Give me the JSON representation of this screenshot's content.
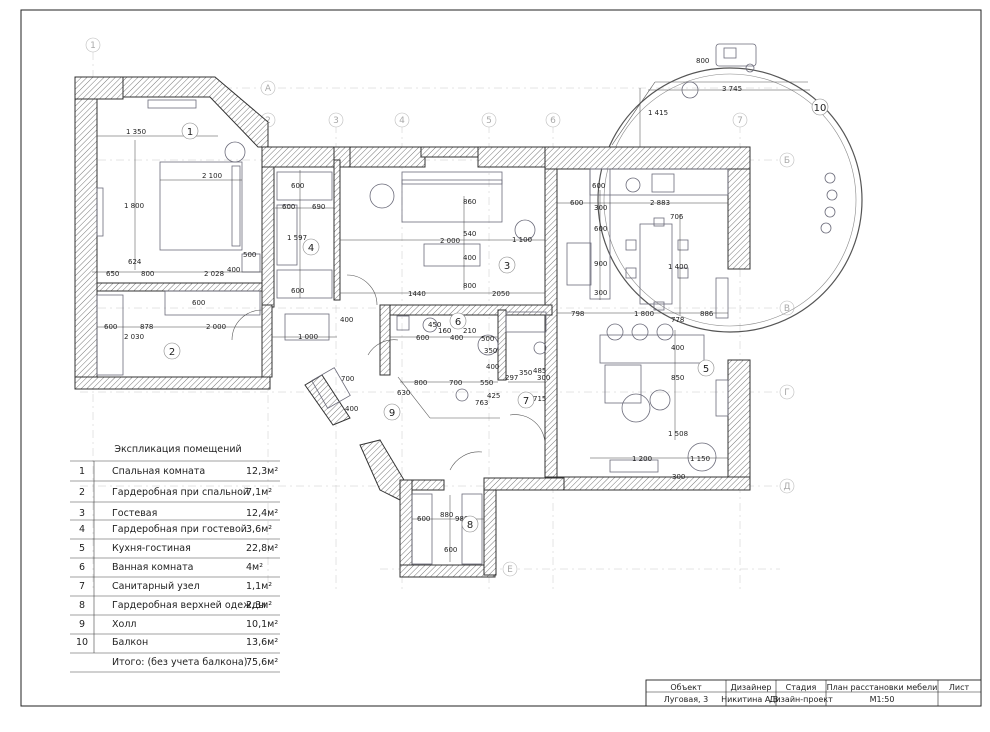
{
  "plan": {
    "room_numbers": [
      "1",
      "2",
      "3",
      "4",
      "5",
      "6",
      "7",
      "8",
      "9",
      "10"
    ],
    "axis_numbers": [
      "1",
      "2",
      "3",
      "4",
      "5",
      "6",
      "7"
    ],
    "axis_letters": [
      "А",
      "Б",
      "В",
      "Г",
      "Д",
      "Е"
    ],
    "dimensions": {
      "d1350": "1 350",
      "d2100": "2 100",
      "d1800": "1 800",
      "d624": "624",
      "d500": "500",
      "d650": "650",
      "d800a": "800",
      "d2028": "2 028",
      "d400a": "400",
      "d600a": "600",
      "d600b": "600",
      "d878": "878",
      "d2000a": "2 000",
      "d2030": "2 030",
      "d600c": "600",
      "d690": "690",
      "d600d": "600",
      "d1597": "1 597",
      "d600e": "600",
      "d400b": "400",
      "d1000a": "1 000",
      "d860": "860",
      "d540": "540",
      "d2000b": "2 000",
      "d1100": "1 100",
      "d400c": "400",
      "d800b": "800",
      "d1440": "1440",
      "d2050": "2050",
      "d600f": "600",
      "d2883": "2 883",
      "d600g": "600",
      "d300a": "300",
      "d706": "706",
      "d600h": "600",
      "d900": "900",
      "d1400": "1 400",
      "d300b": "300",
      "d798": "798",
      "d1800b": "1 800",
      "d778": "778",
      "d886": "886",
      "d400d": "400",
      "d850": "850",
      "d1508": "1 508",
      "d1200": "1 200",
      "d1150": "1 150",
      "d300c": "300",
      "d450": "450",
      "d160": "160",
      "d210": "210",
      "d600i": "600",
      "d400e": "400",
      "d500b": "500",
      "d350a": "350",
      "d400f": "400",
      "d350b": "350",
      "d485": "485",
      "d300d": "300",
      "d297": "297",
      "d800c": "800",
      "d700a": "700",
      "d550": "550",
      "d630": "630",
      "d763": "763",
      "d425": "425",
      "d715": "715",
      "d700b": "700",
      "d400g": "400",
      "d600j": "600",
      "d880": "880",
      "d980": "980",
      "d600k": "600",
      "d800d": "800",
      "d3745": "3 745",
      "d1415": "1 415"
    }
  },
  "explication": {
    "title": "Экспликация помещений",
    "rows": [
      {
        "n": "1",
        "name": "Спальная комната",
        "area": "12,3м²"
      },
      {
        "n": "2",
        "name": "Гардеробная при спальной",
        "area": "7,1м²"
      },
      {
        "n": "3",
        "name": "Гостевая",
        "area": "12,4м²"
      },
      {
        "n": "4",
        "name": "Гардеробная при гостевой",
        "area": "3,6м²"
      },
      {
        "n": "5",
        "name": "Кухня-гостиная",
        "area": "22,8м²"
      },
      {
        "n": "6",
        "name": "Ванная комната",
        "area": "4м²"
      },
      {
        "n": "7",
        "name": "Санитарный узел",
        "area": "1,1м²"
      },
      {
        "n": "8",
        "name": "Гардеробная верхней одежды",
        "area": "2,3м²"
      },
      {
        "n": "9",
        "name": "Холл",
        "area": "10,1м²"
      },
      {
        "n": "10",
        "name": "Балкон",
        "area": "13,6м²"
      }
    ],
    "total_label": "Итого: (без учета балкона)",
    "total_area": "75,6м²"
  },
  "title_block": {
    "object_label": "Объект",
    "object_value": "Луговая, 3",
    "designer_label": "Дизайнер",
    "designer_value": "Никитина А.В.",
    "stage_label": "Стадия",
    "stage_value": "Дизайн-проект",
    "sheet_title": "План расстановки мебели",
    "scale": "М1:50",
    "sheet_label": "Лист"
  }
}
